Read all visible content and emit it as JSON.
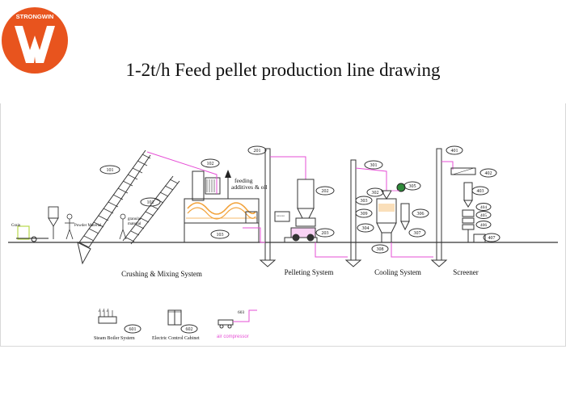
{
  "brand": {
    "name": "STRONGWIN",
    "color": "#e8541e"
  },
  "title": "1-2t/h Feed pellet production line drawing",
  "colors": {
    "pipe": "#e64fd6",
    "line": "#222222",
    "heat": "#f2a23a",
    "ground": "#333333"
  },
  "labels": {
    "n101a": "101",
    "n101b": "101",
    "n102": "102",
    "n103": "103",
    "n201": "201",
    "n202": "202",
    "n203": "203",
    "n301": "301",
    "n302": "302",
    "n303": "303",
    "n304": "304",
    "n305": "305",
    "n306": "306",
    "n307": "307",
    "n308": "308",
    "n309": "309",
    "n401": "401",
    "n402": "402",
    "n403": "403",
    "n404": "404",
    "n405": "405",
    "n406": "406",
    "n407": "407",
    "n601": "601",
    "n602": "602",
    "n603": "603"
  },
  "annotations": {
    "grain": "Grain",
    "powder_material": "Powder Material",
    "granular_material_1": "granular",
    "granular_material_2": "material",
    "feeding_1": "feeding",
    "feeding_2": "additives & oil"
  },
  "systems": {
    "crushing_mixing": "Crushing & Mixing System",
    "pelleting": "Pelleting System",
    "cooling": "Cooling System",
    "screener": "Screener"
  },
  "legend": {
    "steam_boiler": "Steam Boiler System",
    "electric_cabinet": "Electric Control Cabinet",
    "air_compressor": "air compressor"
  }
}
